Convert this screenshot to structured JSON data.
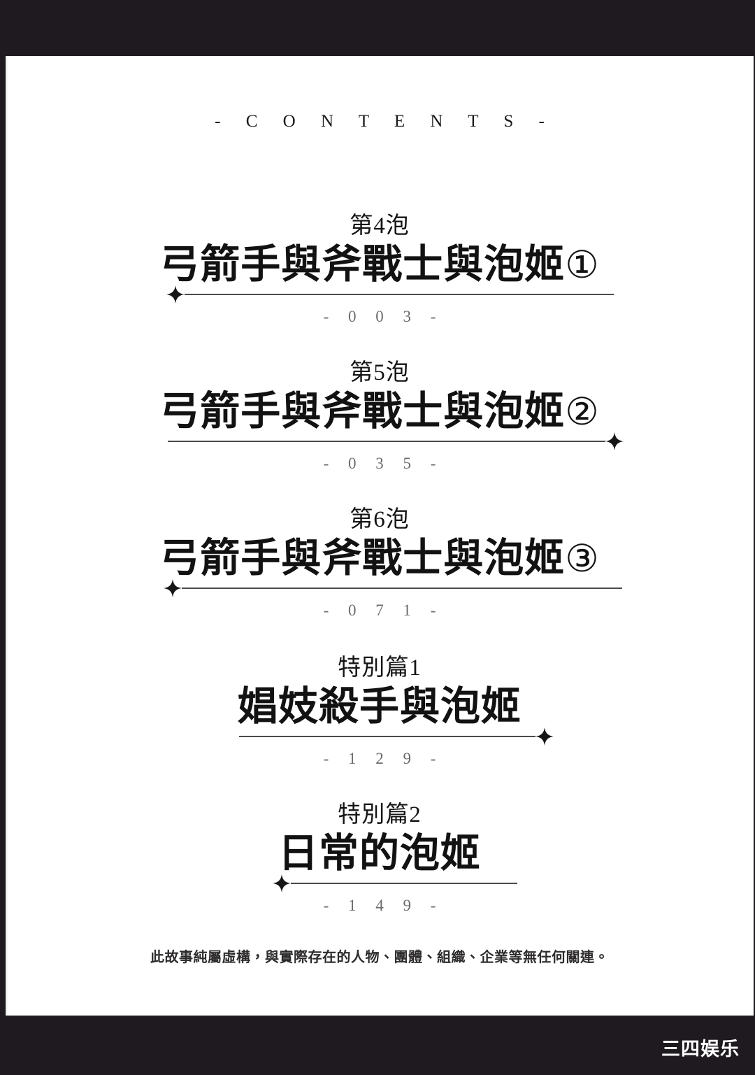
{
  "page": {
    "background_color": "#1e1a1f",
    "sheet_color": "#ffffff",
    "heading": "- C O N T E N T S -",
    "disclaimer": "此故事純屬虛構，與實際存在的人物、團體、組織、企業等無任何關連。",
    "watermark": "三四娱乐"
  },
  "entries": [
    {
      "number": "第4泡",
      "title": "弓箭手與斧戰士與泡姬",
      "volume_mark": "①",
      "page": "- 0 0 3 -",
      "ornament_side": "left"
    },
    {
      "number": "第5泡",
      "title": "弓箭手與斧戰士與泡姬",
      "volume_mark": "②",
      "page": "- 0 3 5 -",
      "ornament_side": "right"
    },
    {
      "number": "第6泡",
      "title": "弓箭手與斧戰士與泡姬",
      "volume_mark": "③",
      "page": "- 0 7 1 -",
      "ornament_side": "left"
    },
    {
      "number": "特別篇1",
      "title": "娼妓殺手與泡姬",
      "volume_mark": "",
      "page": "- 1 2 9 -",
      "ornament_side": "right"
    },
    {
      "number": "特別篇2",
      "title": "日常的泡姬",
      "volume_mark": "",
      "page": "- 1 4 9 -",
      "ornament_side": "left"
    }
  ]
}
